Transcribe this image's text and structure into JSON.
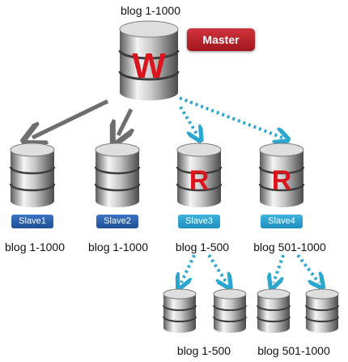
{
  "master": {
    "range_label": "blog 1-1000",
    "tag": "Master",
    "glyph": "W",
    "glyph_color": "#d9141c",
    "tag_color": "#b5212a"
  },
  "slaves": [
    {
      "tag": "Slave1",
      "range": "blog 1-1000",
      "glyph": ""
    },
    {
      "tag": "Slave2",
      "range": "blog 1-1000",
      "glyph": ""
    },
    {
      "tag": "Slave3",
      "range": "blog 1-500",
      "glyph": "R"
    },
    {
      "tag": "Slave4",
      "range": "blog 501-1000",
      "glyph": "R"
    }
  ],
  "shards": [
    {
      "range": "blog 1-500"
    },
    {
      "range": "blog 501-1000"
    }
  ],
  "colors": {
    "solid_arrow": "#6e6e6e",
    "dotted_arrow": "#2aa6cf",
    "slave_tag_dark": "#2a5ea8",
    "slave_tag_light": "#2aa0cf"
  }
}
